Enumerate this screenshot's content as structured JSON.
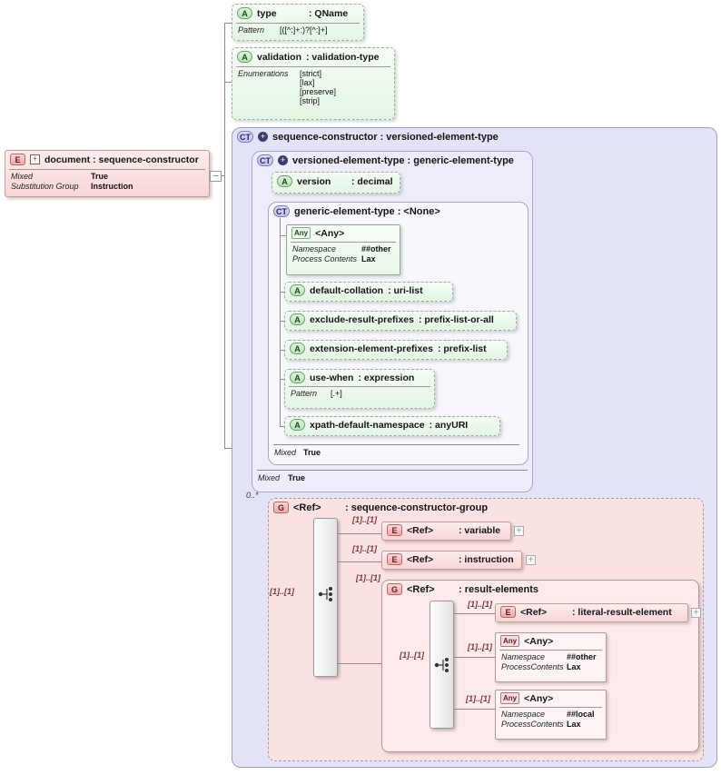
{
  "colors": {
    "purple_fill": "#e3e3f8",
    "pink_fill": "#fbe2e2",
    "green_fill": "#eaf8ea",
    "line": "#8c8c8c"
  },
  "document": {
    "chip": "E",
    "title": "document : sequence-constructor",
    "rows": [
      {
        "label": "Mixed",
        "value": "True"
      },
      {
        "label": "Substitution Group",
        "value": "Instruction"
      }
    ]
  },
  "type_attr": {
    "chip": "A",
    "name": "type",
    "type": ": QName",
    "pattern_label": "Pattern",
    "pattern": "[([^:]+:)?[^:]+]"
  },
  "validation_attr": {
    "chip": "A",
    "name": "validation",
    "type": ": validation-type",
    "enum_label": "Enumerations",
    "enums": [
      "[strict]",
      "[lax]",
      "[preserve]",
      "[strip]"
    ]
  },
  "sequence_constructor": {
    "chip": "CT",
    "title": "sequence-constructor : versioned-element-type"
  },
  "versioned": {
    "chip": "CT",
    "title": "versioned-element-type : generic-element-type",
    "mixed_label": "Mixed",
    "mixed_value": "True"
  },
  "version_attr": {
    "chip": "A",
    "name": "version",
    "type": ": decimal"
  },
  "generic": {
    "chip": "CT",
    "title": "generic-element-type : <None>",
    "mixed_label": "Mixed",
    "mixed_value": "True"
  },
  "any_top": {
    "chip": "Any",
    "title": "<Any>",
    "rows": [
      {
        "label": "Namespace",
        "value": "##other"
      },
      {
        "label": "Process Contents",
        "value": "Lax"
      }
    ]
  },
  "attrs": [
    {
      "chip": "A",
      "name": "default-collation",
      "type": ": uri-list"
    },
    {
      "chip": "A",
      "name": "exclude-result-prefixes",
      "type": ": prefix-list-or-all"
    },
    {
      "chip": "A",
      "name": "extension-element-prefixes",
      "type": ": prefix-list"
    },
    {
      "chip": "A",
      "name": "use-when",
      "type": ": expression",
      "pattern_label": "Pattern",
      "pattern": "[.+]"
    },
    {
      "chip": "A",
      "name": "xpath-default-namespace",
      "type": ": anyURI"
    }
  ],
  "group": {
    "cardinality": "0..*",
    "chip": "G",
    "ref": "<Ref>",
    "type": ": sequence-constructor-group"
  },
  "variable_el": {
    "chip": "E",
    "ref": "<Ref>",
    "type": ": variable",
    "cardinality": "[1]..[1]"
  },
  "instruction_el": {
    "chip": "E",
    "ref": "<Ref>",
    "type": ": instruction",
    "cardinality": "[1]..[1]"
  },
  "result_elements": {
    "chip": "G",
    "ref": "<Ref>",
    "type": ": result-elements",
    "cardinality": "[1]..[1]"
  },
  "literal_result": {
    "chip": "E",
    "ref": "<Ref>",
    "type": ": literal-result-element",
    "cardinality": "[1]..[1]"
  },
  "any_other": {
    "chip": "Any",
    "title": "<Any>",
    "cardinality": "[1]..[1]",
    "rows": [
      {
        "label": "Namespace",
        "value": "##other"
      },
      {
        "label": "ProcessContents",
        "value": "Lax"
      }
    ]
  },
  "any_local": {
    "chip": "Any",
    "title": "<Any>",
    "cardinality": "[1]..[1]",
    "rows": [
      {
        "label": "Namespace",
        "value": "##local"
      },
      {
        "label": "ProcessContents",
        "value": "Lax"
      }
    ]
  },
  "connector_cards": {
    "bar1": "[1]..[1]",
    "bar2": "[1]..[1]"
  }
}
